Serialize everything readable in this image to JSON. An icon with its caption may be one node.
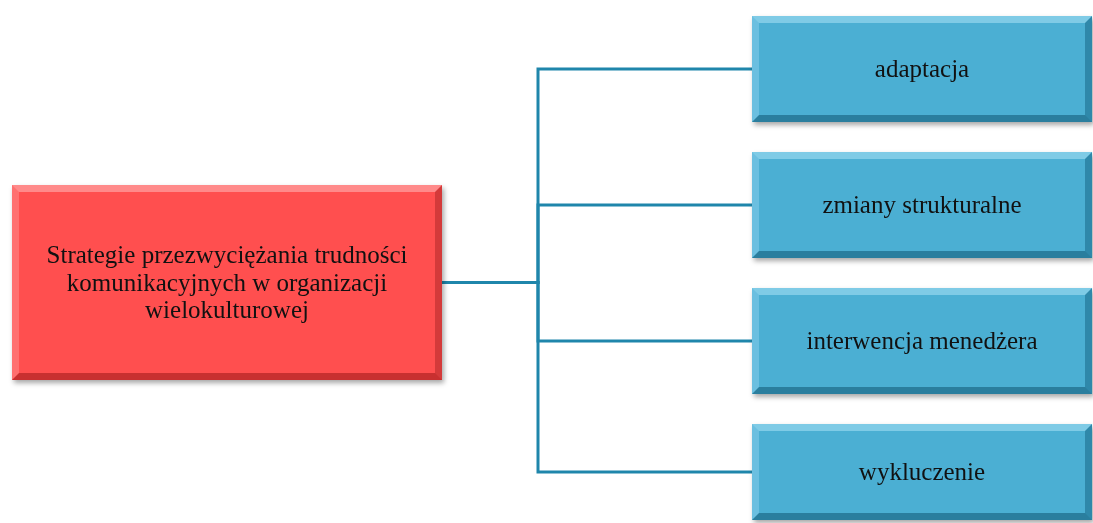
{
  "diagram": {
    "nodes": [
      {
        "text": [
          "Strategie przezwyciężania trudności komunikacyjnych w organizacji wielokulturowej"
        ]
      },
      {
        "text": [
          "adaptacja"
        ]
      },
      {
        "text": [
          "zmiany strukturalne"
        ]
      },
      {
        "text": [
          "interwencja menedżera"
        ]
      },
      {
        "text": [
          "wykluczenie"
        ]
      }
    ],
    "edges": [
      {
        "from": 0,
        "to": 1,
        "arrow": "none"
      },
      {
        "from": 0,
        "to": 2,
        "arrow": "none"
      },
      {
        "from": 0,
        "to": 3,
        "arrow": "none"
      },
      {
        "from": 0,
        "to": 4,
        "arrow": "none"
      }
    ]
  }
}
